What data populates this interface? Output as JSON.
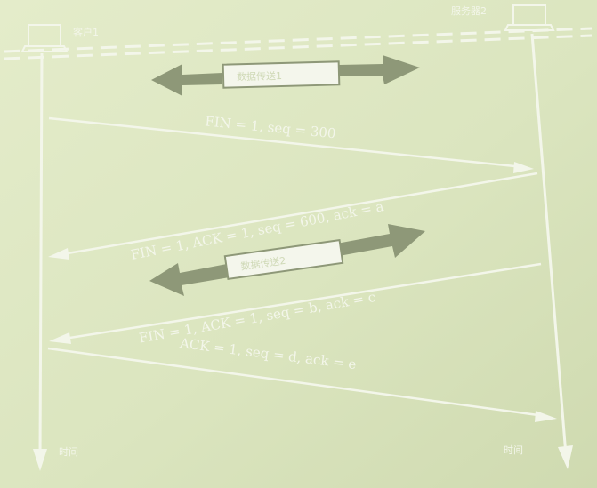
{
  "client_label": "客户1",
  "server_label": "服务器2",
  "time_label_left": "时间",
  "time_label_right": "时间",
  "transfer_box_1": "数据传送1",
  "transfer_box_2": "数据传送2",
  "messages": [
    {
      "label": "FIN = 1, seq = 300"
    },
    {
      "label": "FIN = 1, ACK = 1, seq = 600, ack = a"
    },
    {
      "label": "FIN = 1, ACK = 1, seq = b, ack = c"
    },
    {
      "label": "ACK = 1, seq = d, ack = e"
    }
  ],
  "colors": {
    "background": "#dde7c2",
    "line": "#f3f6ea",
    "arrow_fill": "#8e9878",
    "box_fill": "#f4f6ec"
  }
}
